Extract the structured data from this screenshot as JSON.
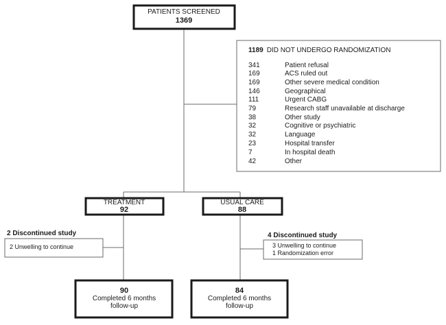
{
  "screened": {
    "label": "PATIENTS SCREENED",
    "count": "1369"
  },
  "excluded": {
    "count": "1189",
    "label": "DID NOT UNDERGO RANDOMIZATION",
    "reasons": [
      {
        "count": "341",
        "label": "Patient refusal"
      },
      {
        "count": "169",
        "label": "ACS ruled out"
      },
      {
        "count": "169",
        "label": "Other severe medical condition"
      },
      {
        "count": "146",
        "label": "Geographical"
      },
      {
        "count": "111",
        "label": "Urgent CABG"
      },
      {
        "count": "79",
        "label": "Research staff unavailable at discharge"
      },
      {
        "count": "38",
        "label": "Other study"
      },
      {
        "count": "32",
        "label": "Cognitive or psychiatric"
      },
      {
        "count": "32",
        "label": "Language"
      },
      {
        "count": "23",
        "label": "Hospital transfer"
      },
      {
        "count": "7",
        "label": "In hospital death"
      },
      {
        "count": "42",
        "label": "Other"
      }
    ]
  },
  "treatment": {
    "label": "TREATMENT",
    "count": "92",
    "discontinued": {
      "title": "2 Discontinued study",
      "lines": [
        "2 Unwelling to continue"
      ]
    },
    "completed": {
      "count": "90",
      "line1": "Completed 6 months",
      "line2": "follow-up"
    }
  },
  "usual_care": {
    "label": "USUAL CARE",
    "count": "88",
    "discontinued": {
      "title": "4 Discontinued study",
      "lines": [
        "3 Unwelling to continue",
        "1 Randomization error"
      ]
    },
    "completed": {
      "count": "84",
      "line1": "Completed 6 months",
      "line2": "follow-up"
    }
  }
}
